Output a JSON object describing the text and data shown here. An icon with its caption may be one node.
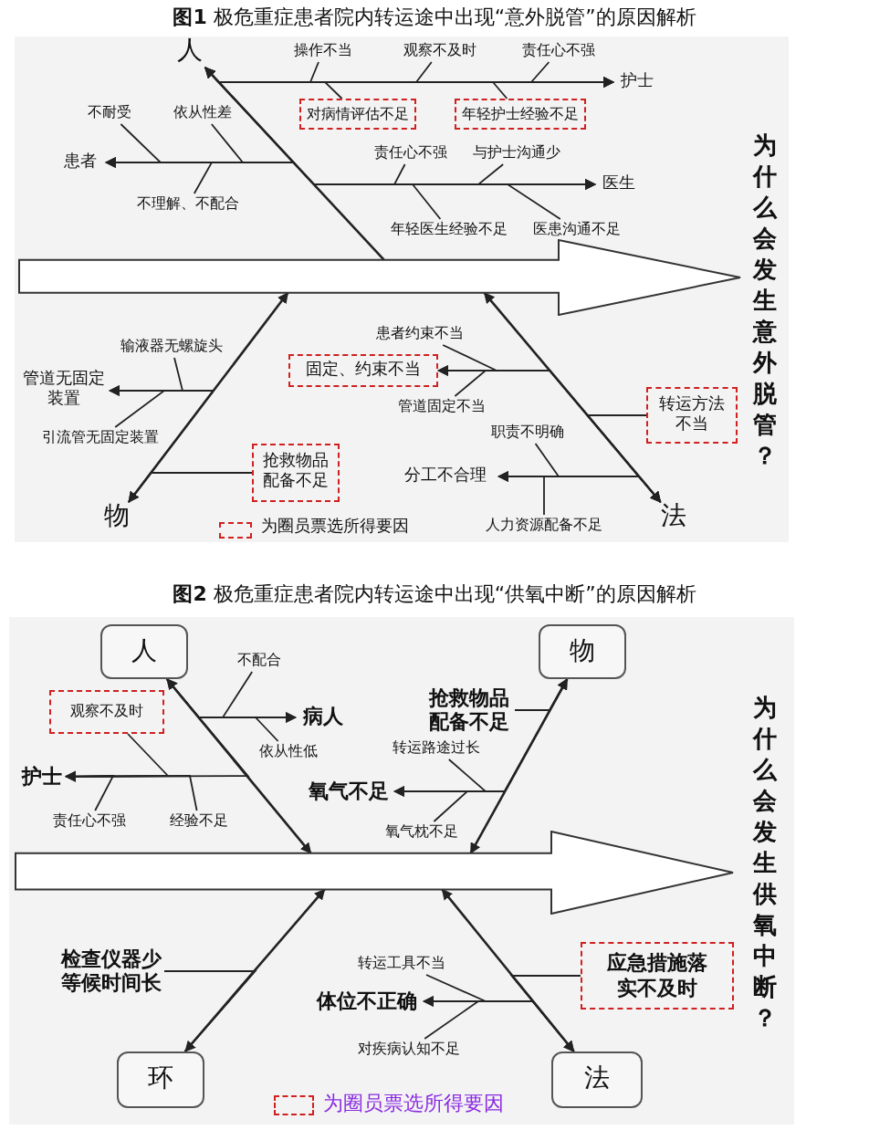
{
  "diagram": {
    "title": "**图1** 极危重症患者院内转运途中出现“意外脱管”的原因解析",
    "nodes": [
      {
        "text": [
          "为什么会发生意外脱管？"
        ]
      },
      {
        "text": [
          "人"
        ]
      },
      {
        "text": [
          "物"
        ]
      },
      {
        "text": [
          "法"
        ]
      },
      {
        "text": [],
        "shape": "arrow"
      },
      {
        "text": [
          "患者"
        ]
      },
      {
        "text": [
          "不耐受"
        ]
      },
      {
        "text": [
          "依从性差"
        ]
      },
      {
        "text": [
          "不理解、不配合"
        ]
      },
      {
        "text": [
          "护士"
        ]
      },
      {
        "text": [
          "操作不当"
        ]
      },
      {
        "text": [
          "观察不及时"
        ]
      },
      {
        "text": [
          "责任心不强"
        ]
      },
      {
        "text": [
          "对病情评估不足"
        ]
      },
      {
        "text": [
          "年轻护士经验不足"
        ]
      },
      {
        "text": [
          "医生"
        ]
      },
      {
        "text": [
          "责任心不强"
        ]
      },
      {
        "text": [
          "与护士沟通少"
        ]
      },
      {
        "text": [
          "年轻医生经验不足"
        ]
      },
      {
        "text": [
          "医患沟通不足"
        ]
      },
      {
        "text": [
          "输液器无螺旋头"
        ]
      },
      {
        "text": [
          "管道无固定装置"
        ]
      },
      {
        "text": [
          "引流管无固定装置"
        ]
      },
      {
        "text": [
          "抢救物品配备不足"
        ]
      },
      {
        "text": [
          "患者约束不当"
        ]
      },
      {
        "text": [
          "固定、约束不当"
        ]
      },
      {
        "text": [
          "管道固定不当"
        ]
      },
      {
        "text": [
          "转运方法不当"
        ]
      },
      {
        "text": [
          "职责不明确"
        ]
      },
      {
        "text": [
          "分工不合理"
        ]
      },
      {
        "text": [
          "人力资源配备不足"
        ]
      },
      {
        "text": [
          "为什么会发生供氧中断？"
        ]
      },
      {
        "text": [
          "人"
        ]
      },
      {
        "text": [
          "物"
        ]
      },
      {
        "text": [
          "环"
        ]
      },
      {
        "text": [
          "法"
        ]
      },
      {
        "text": [],
        "shape": "arrow"
      },
      {
        "text": [
          "病人"
        ]
      },
      {
        "text": [
          "不配合"
        ]
      },
      {
        "text": [
          "依从性低"
        ]
      },
      {
        "text": [
          "观察不及时"
        ]
      },
      {
        "text": [
          "护士"
        ]
      },
      {
        "text": [
          "责任心不强"
        ]
      },
      {
        "text": [
          "经验不足"
        ]
      },
      {
        "text": [
          "抢救物品配备不足"
        ]
      },
      {
        "text": [
          "氧气不足"
        ]
      },
      {
        "text": [
          "转运路途过长"
        ]
      },
      {
        "text": [
          "氧气枕不足"
        ]
      },
      {
        "text": [
          "检查仪器少等候时间长"
        ]
      },
      {
        "text": [
          "转运工具不当"
        ]
      },
      {
        "text": [
          "体位不正确"
        ]
      },
      {
        "text": [
          "对疾病认知不足"
        ]
      },
      {
        "text": [
          "应急措施落实不及时"
        ]
      }
    ],
    "edges": [
      {
        "from": 1,
        "to": 4,
        "arrow": "none"
      },
      {
        "from": 2,
        "to": 4,
        "arrow": "to"
      },
      {
        "from": 3,
        "to": 4,
        "arrow": "to"
      },
      {
        "from": 5,
        "to": 1,
        "arrow": "to"
      },
      {
        "from": 6,
        "to": 5,
        "arrow": "to"
      },
      {
        "from": 7,
        "to": 5,
        "arrow": "to"
      },
      {
        "from": 8,
        "to": 5,
        "arrow": "to"
      },
      {
        "from": 9,
        "to": 1,
        "arrow": "to"
      },
      {
        "from": 10,
        "to": 9,
        "arrow": "to"
      },
      {
        "from": 11,
        "to": 9,
        "arrow": "to"
      },
      {
        "from": 12,
        "to": 9,
        "arrow": "to"
      },
      {
        "from": 13,
        "to": 9,
        "arrow": "to"
      },
      {
        "from": 14,
        "to": 9,
        "arrow": "to"
      },
      {
        "from": 15,
        "to": 1,
        "arrow": "to"
      },
      {
        "from": 16,
        "to": 15,
        "arrow": "to"
      },
      {
        "from": 17,
        "to": 15,
        "arrow": "to"
      },
      {
        "from": 18,
        "to": 15,
        "arrow": "to"
      },
      {
        "from": 19,
        "to": 15,
        "arrow": "to"
      },
      {
        "from": 20,
        "to": 21,
        "arrow": "to"
      },
      {
        "from": 21,
        "to": 2,
        "arrow": "to"
      },
      {
        "from": 22,
        "to": 21,
        "arrow": "to"
      },
      {
        "from": 23,
        "to": 2,
        "arrow": "to"
      },
      {
        "from": 24,
        "to": 25,
        "arrow": "to"
      },
      {
        "from": 25,
        "to": 3,
        "arrow": "to"
      },
      {
        "from": 26,
        "to": 25,
        "arrow": "to"
      },
      {
        "from": 27,
        "to": 3,
        "arrow": "to"
      },
      {
        "from": 28,
        "to": 29,
        "arrow": "to"
      },
      {
        "from": 29,
        "to": 3,
        "arrow": "to"
      },
      {
        "from": 30,
        "to": 29,
        "arrow": "to"
      },
      {
        "from": 32,
        "to": 36,
        "arrow": "to"
      },
      {
        "from": 33,
        "to": 36,
        "arrow": "to"
      },
      {
        "from": 34,
        "to": 36,
        "arrow": "to"
      },
      {
        "from": 35,
        "to": 36,
        "arrow": "to"
      },
      {
        "from": 37,
        "to": 32,
        "arrow": "to"
      },
      {
        "from": 38,
        "to": 37,
        "arrow": "to"
      },
      {
        "from": 39,
        "to": 37,
        "arrow": "to"
      },
      {
        "from": 40,
        "to": 41,
        "arrow": "to"
      },
      {
        "from": 41,
        "to": 32,
        "arrow": "to"
      },
      {
        "from": 42,
        "to": 41,
        "arrow": "to"
      },
      {
        "from": 43,
        "to": 41,
        "arrow": "to"
      },
      {
        "from": 44,
        "to": 33,
        "arrow": "to"
      },
      {
        "from": 45,
        "to": 33,
        "arrow": "to"
      },
      {
        "from": 46,
        "to": 45,
        "arrow": "to"
      },
      {
        "from": 47,
        "to": 45,
        "arrow": "to"
      },
      {
        "from": 48,
        "to": 34,
        "arrow": "to"
      },
      {
        "from": 50,
        "to": 35,
        "arrow": "to"
      },
      {
        "from": 49,
        "to": 50,
        "arrow": "to"
      },
      {
        "from": 51,
        "to": 50,
        "arrow": "to"
      },
      {
        "from": 52,
        "to": 35,
        "arrow": "to"
      }
    ],
    "labels": [
      "**图2** 极危重症患者院内转运途中出现“供氧中断”的原因解析"
    ],
    "legend": [
      {
        "text": "为圈员票选所得要因"
      },
      {
        "text": "为圈员票选所得要因"
      }
    ]
  }
}
